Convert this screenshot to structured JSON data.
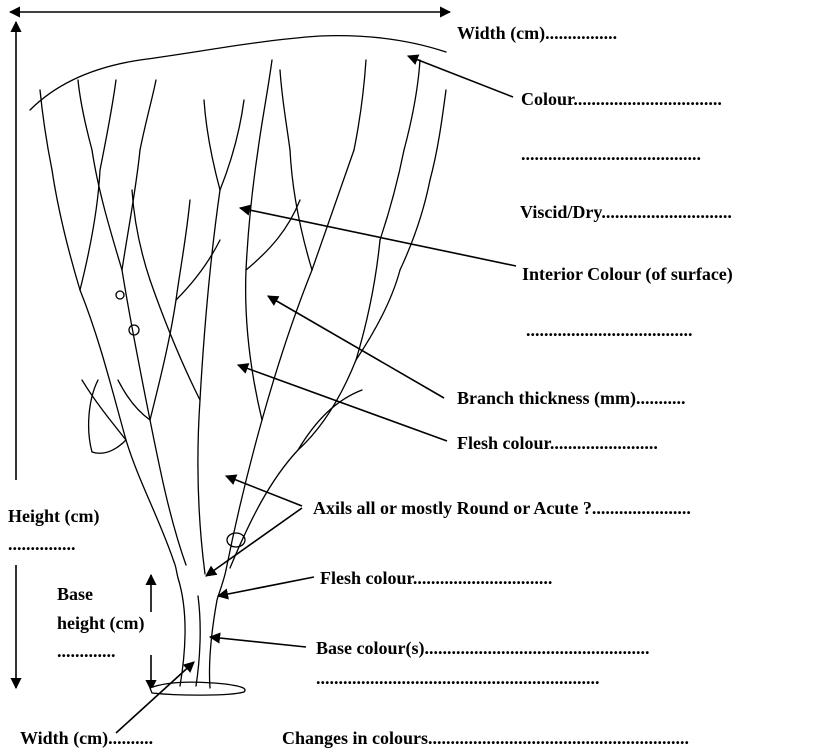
{
  "labels": {
    "top_width": "Width (cm)................",
    "colour": "Colour.................................",
    "colour_line2": "........................................",
    "viscid_dry": "Viscid/Dry.............................",
    "interior_colour": "Interior Colour (of surface)",
    "interior_colour_line2": ".....................................",
    "branch_thickness": "Branch thickness (mm)...........",
    "flesh_colour_upper": "Flesh colour........................",
    "axils": "Axils all or mostly Round or Acute ?......................",
    "height": "Height (cm)",
    "height_dots": "...............",
    "flesh_colour_lower": "Flesh colour...............................",
    "base_height_1": "Base",
    "base_height_2": "height (cm)",
    "base_height_dots": ".............",
    "base_colours": "Base colour(s)..................................................",
    "base_colours_line2": "...............................................................",
    "bottom_width": "Width (cm)..........",
    "changes_in_colours": "Changes in colours.........................................................."
  },
  "colors": {
    "ink": "#000000",
    "background": "#ffffff"
  }
}
